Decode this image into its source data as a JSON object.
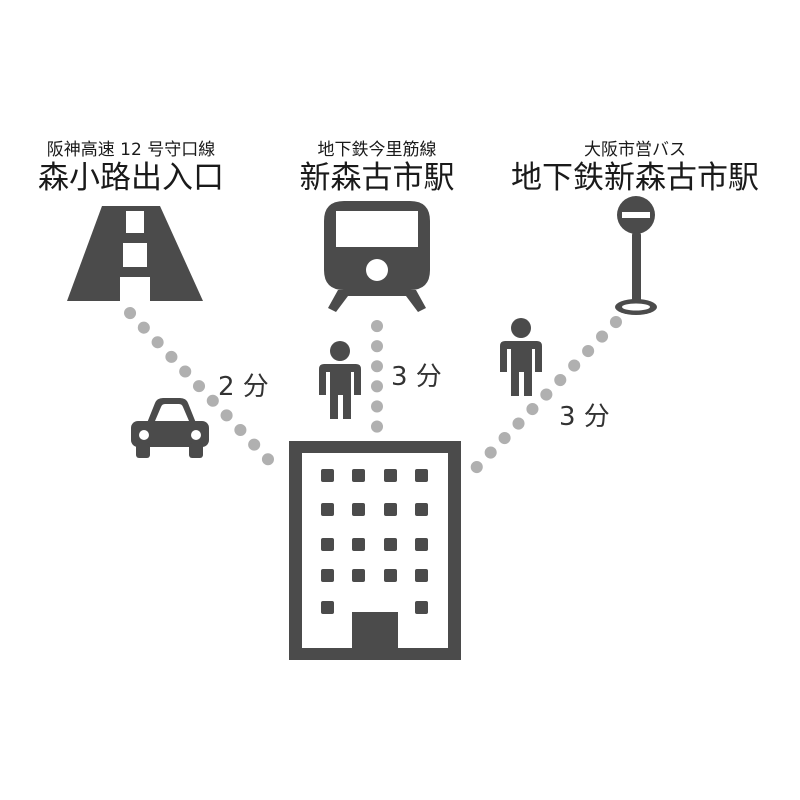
{
  "colors": {
    "icon": "#4b4b4b",
    "dots": "#b0b0b0",
    "text": "#1a1a1a"
  },
  "destinations": {
    "highway": {
      "line": "阪神高速 12 号守口線",
      "name": "森小路出入口",
      "icon": "road-icon"
    },
    "subway": {
      "line": "地下鉄今里筋線",
      "name": "新森古市駅",
      "icon": "train-icon"
    },
    "bus": {
      "line": "大阪市営バス",
      "name": "地下鉄新森古市駅",
      "icon": "bus-stop-icon"
    }
  },
  "routes": {
    "highway": {
      "mode": "car-icon",
      "time": "2 分"
    },
    "subway": {
      "mode": "walking-person-icon",
      "time": "3 分"
    },
    "bus": {
      "mode": "walking-person-icon",
      "time": "3 分"
    }
  },
  "origin": {
    "icon": "office-building-icon"
  }
}
